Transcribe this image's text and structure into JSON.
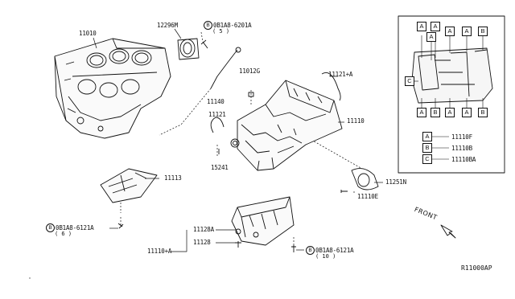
{
  "parts": {
    "cylinder_block": "11010",
    "seal_oil": "12296M",
    "bolt_top": "0B1A8-6201A",
    "bolt_top_qty": "( 5 )",
    "oil_tube": "11140",
    "plug": "11012G",
    "gasket_a": "11121+A",
    "gasket": "11121",
    "upper_pan": "11110",
    "bolt_side": "15241",
    "baffle": "11113",
    "seal_rear": "11251N",
    "bolt_rear": "11110E",
    "bolt_left": "0B1A8-6121A",
    "bolt_left_qty": "( 6 )",
    "drain_plug_gasket": "11128A",
    "drain_plug": "11128",
    "lower_pan": "11110+A",
    "bolt_bottom": "0B1A8-6121A",
    "bolt_bottom_qty": "( 10 )",
    "circle_b": "B"
  },
  "legend": {
    "top_row": [
      "A",
      "A",
      "A",
      "A",
      "B"
    ],
    "top_mid": "A",
    "left_c": "C",
    "bottom_row": [
      "A",
      "B",
      "A",
      "A",
      "B"
    ],
    "entries": [
      {
        "key": "A",
        "part": "11110F"
      },
      {
        "key": "B",
        "part": "11110B"
      },
      {
        "key": "C",
        "part": "11110BA"
      }
    ]
  },
  "front_label": "FRONT",
  "diagram_ref": "R11000AP"
}
